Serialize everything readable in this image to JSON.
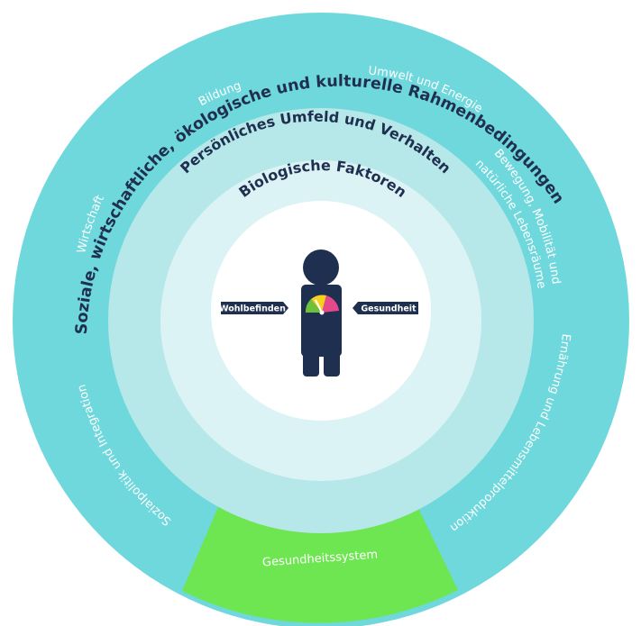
{
  "rings": {
    "outer_title": "Soziale, wirtschaftliche, ökologische und kulturelle Rahmenbedingungen",
    "middle_title": "Persönliches Umfeld und Verhalten",
    "inner_title": "Biologische Faktoren"
  },
  "outer_segments": {
    "bildung": "Bildung",
    "umwelt": "Umwelt und Energie",
    "bewegung_1": "Bewegung, Mobilität und",
    "bewegung_2": "natürliche Lebensräume",
    "ernaehrung": "Ernährung und Lebensmittelproduktion",
    "gesundheitssystem": "Gesundheitssystem",
    "sozialpolitik": "Sozialpolitik und Integration",
    "wirtschaft": "Wirtschaft"
  },
  "center": {
    "left_tag": "Wohlbefinden",
    "right_tag": "Gesundheit"
  },
  "colors": {
    "outer_ring": "#6fd8dc",
    "middle_ring": "#b6e7e9",
    "inner_ring": "#dbf3f4",
    "core": "#ffffff",
    "health_system": "#6ee651",
    "navy": "#1f2f4f",
    "gauge_green": "#6ec23a",
    "gauge_yellow": "#f4d21f",
    "gauge_pink": "#e6488c"
  },
  "icons": {
    "person": "person-icon",
    "gauge": "gauge-icon"
  }
}
